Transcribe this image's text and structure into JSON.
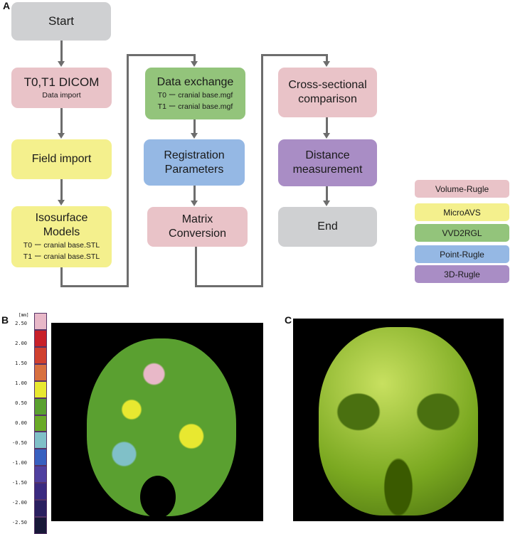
{
  "panels": {
    "a": "A",
    "b": "B",
    "c": "C"
  },
  "flow": {
    "start": {
      "title": "Start",
      "color": "#cfd0d2"
    },
    "dicom": {
      "title": "T0,T1 DICOM",
      "sub": "Data import",
      "color": "#e9c3c8"
    },
    "field": {
      "title": "Field import",
      "color": "#f4f08d"
    },
    "iso": {
      "title1": "Isosurface",
      "title2": "Models",
      "sub1": "T0 ー cranial base.STL",
      "sub2": "T1 ー cranial base.STL",
      "color": "#f4f08d"
    },
    "exchange": {
      "title": "Data exchange",
      "sub1": "T0 ー cranial base.mgf",
      "sub2": "T1 ー cranial base.mgf",
      "color": "#93c47b"
    },
    "registration": {
      "title1": "Registration",
      "title2": "Parameters",
      "color": "#95b8e4"
    },
    "matrix": {
      "title1": "Matrix",
      "title2": "Conversion",
      "color": "#e9c3c8"
    },
    "cross": {
      "title1": "Cross-sectional",
      "title2": "comparison",
      "color": "#e9c3c8"
    },
    "distance": {
      "title1": "Distance",
      "title2": "measurement",
      "color": "#a98dc5"
    },
    "end": {
      "title": "End",
      "color": "#cfd0d2"
    }
  },
  "legend": [
    {
      "label": "Volume-Rugle",
      "color": "#e9c3c8"
    },
    {
      "label": "MicroAVS",
      "color": "#f4f08d"
    },
    {
      "label": "VVD2RGL",
      "color": "#93c47b"
    },
    {
      "label": "Point-Rugle",
      "color": "#95b8e4"
    },
    {
      "label": "3D-Rugle",
      "color": "#a98dc5"
    }
  ],
  "colorbar": {
    "unit": "[mm]",
    "ticks": [
      "2.50",
      "2.00",
      "1.50",
      "1.00",
      "0.50",
      "0.00",
      "-0.50",
      "-1.00",
      "-1.50",
      "-2.00",
      "-2.50"
    ],
    "colors": [
      "#e8b8c8",
      "#c8202a",
      "#d04030",
      "#d87040",
      "#e8e830",
      "#5aa030",
      "#6aaa28",
      "#80c0c8",
      "#3860c0",
      "#5040a0",
      "#3a2a80",
      "#2a2060",
      "#181838"
    ]
  }
}
